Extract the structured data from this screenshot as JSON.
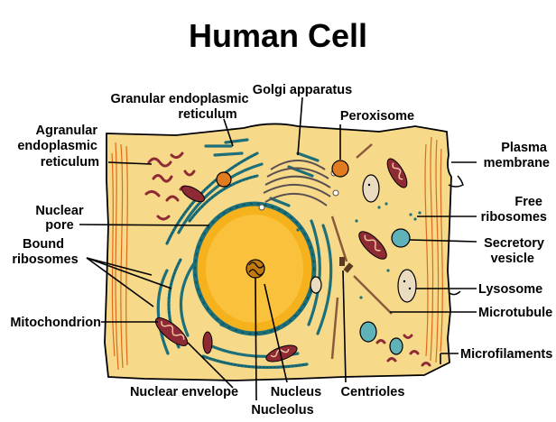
{
  "title": "Human Cell",
  "labels": {
    "granular_er": [
      "Granular endoplasmic",
      "reticulum"
    ],
    "golgi": "Golgi apparatus",
    "peroxisome": "Peroxisome",
    "agranular_er": [
      "Agranular",
      "endoplasmic",
      "reticulum"
    ],
    "plasma_membrane": [
      "Plasma",
      "membrane"
    ],
    "free_ribosomes": [
      "Free",
      "ribosomes"
    ],
    "nuclear_pore": [
      "Nuclear",
      "pore"
    ],
    "bound_ribosomes": [
      "Bound",
      "ribosomes"
    ],
    "secretory_vesicle": [
      "Secretory",
      "vesicle"
    ],
    "lysosome": "Lysosome",
    "microtubule": "Microtubule",
    "mitochondrion": "Mitochondrion",
    "microfilaments": "Microfilaments",
    "nuclear_envelope": "Nuclear envelope",
    "nucleus": "Nucleus",
    "centrioles": "Centrioles",
    "nucleolus": "Nucleolus"
  },
  "colors": {
    "cytoplasm": "#f7d98a",
    "cell_outline": "#000000",
    "nucleus_fill": "#f6b21c",
    "nucleus_inner": "#fbc84a",
    "envelope": "#1d6f7a",
    "mitochondrion": "#8e2a34",
    "vesicle": "#5fb3b8",
    "lysosome": "#e9dcc0",
    "peroxisome": "#e07b1f",
    "filaments": "#e06a1a"
  }
}
